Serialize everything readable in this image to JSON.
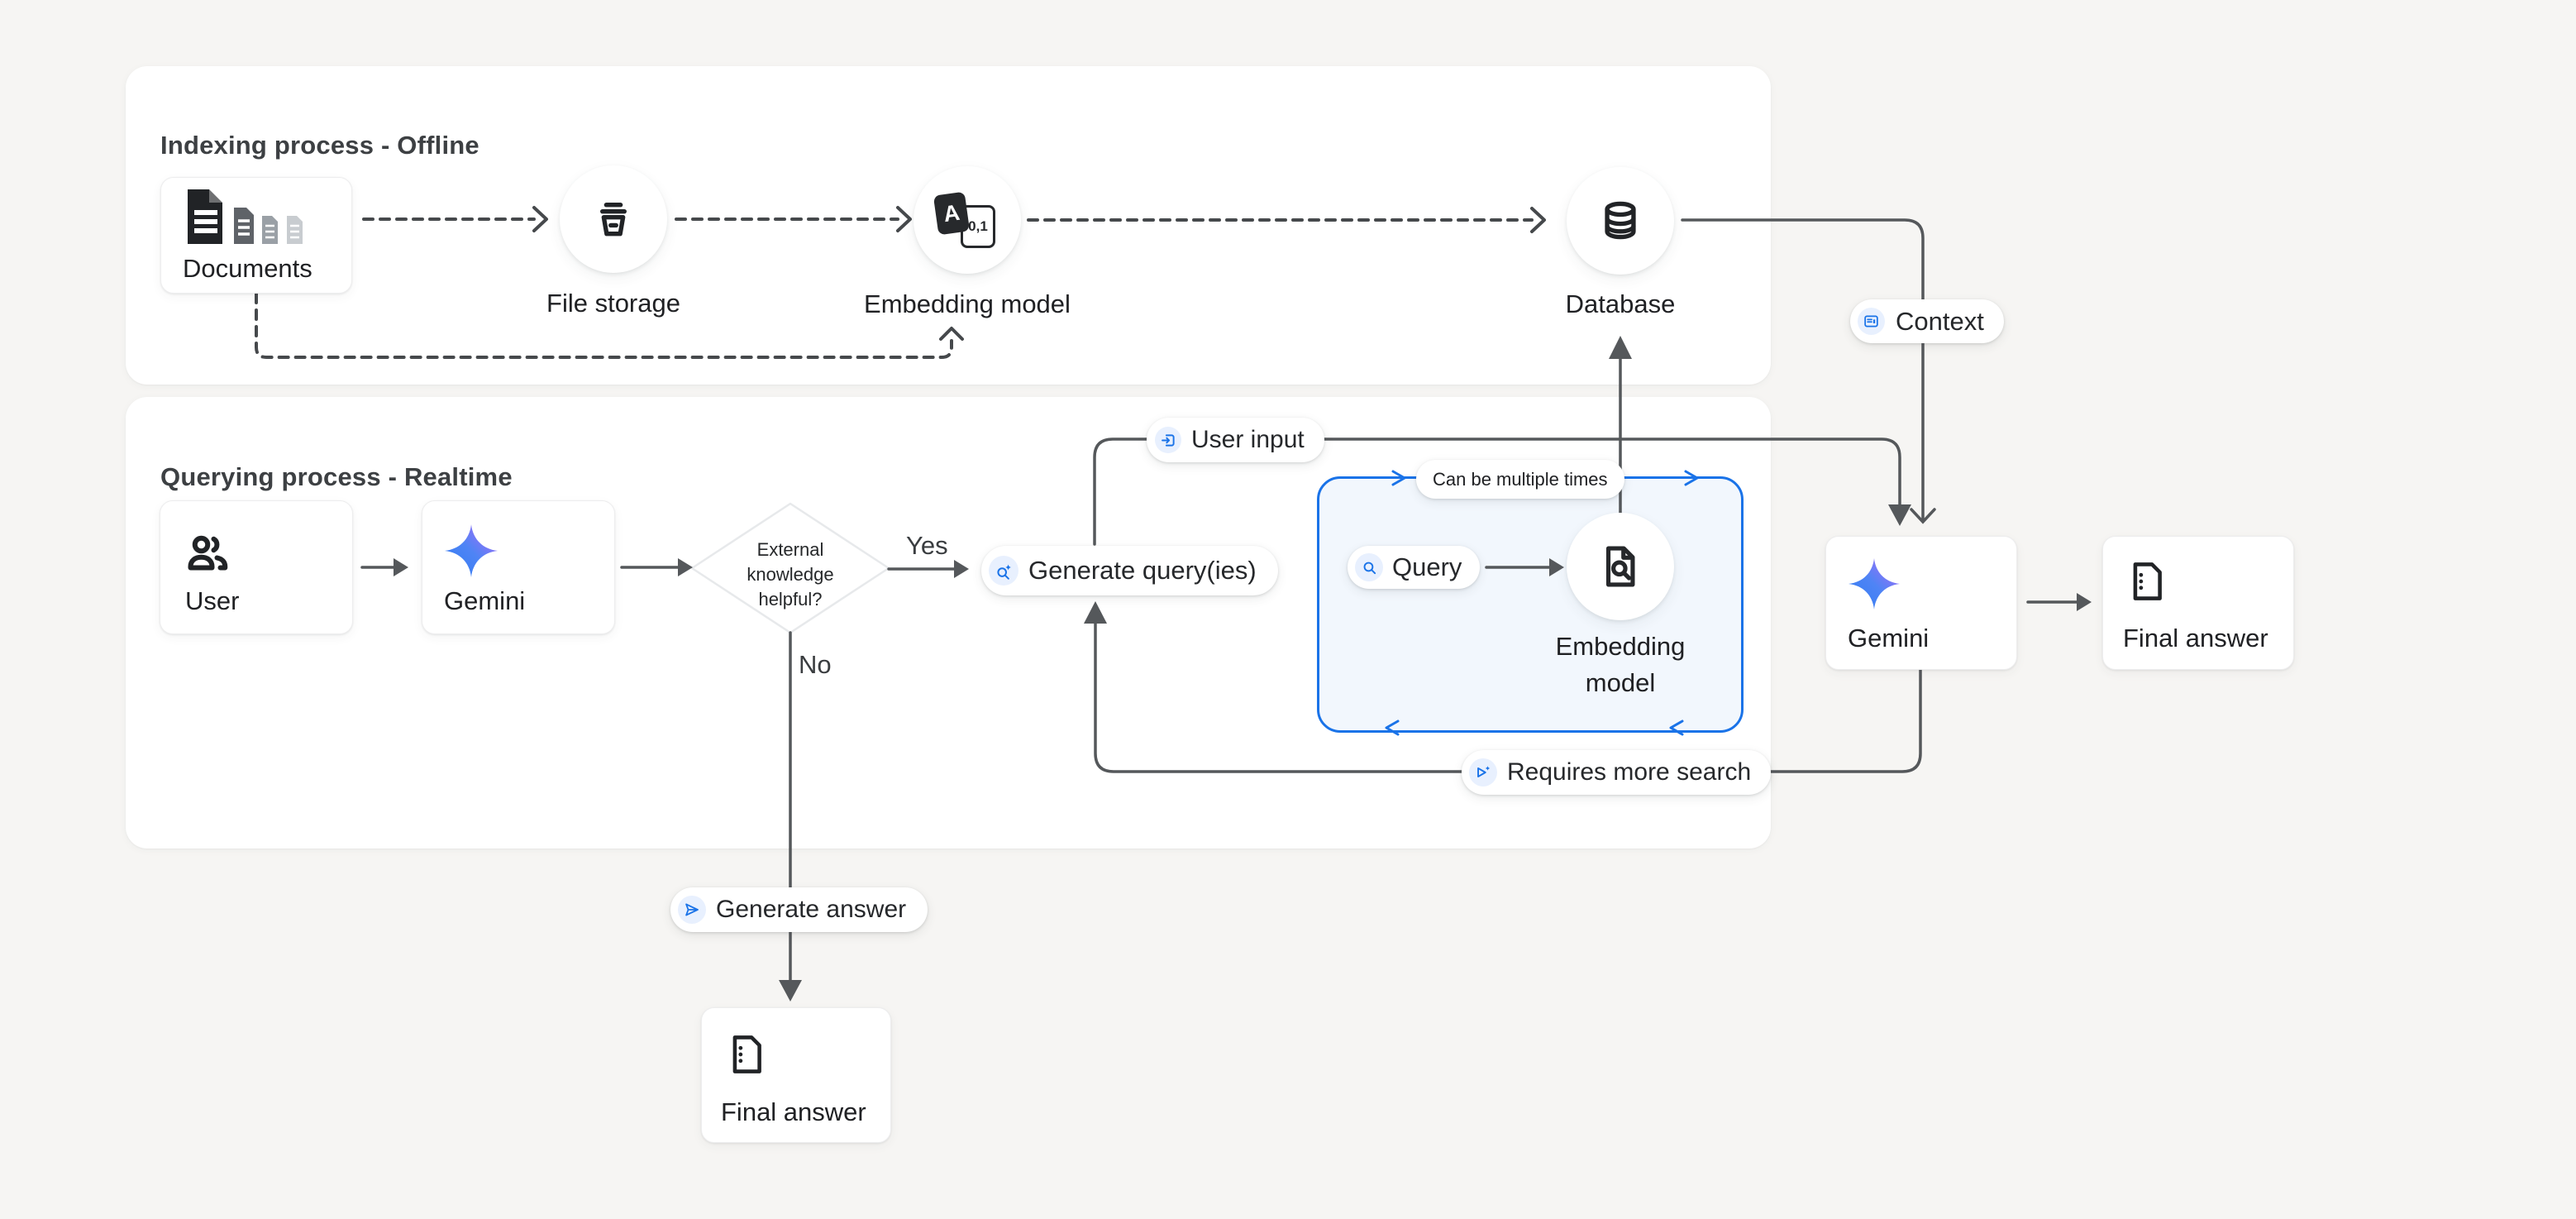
{
  "colors": {
    "accent_blue": "#1a73e8",
    "light_blue_chip": "#e8f0fe",
    "loop_box_fill": "#f2f7fd",
    "line_gray": "#55585b",
    "canvas_bg": "#f6f5f3"
  },
  "indexing_panel": {
    "title": "Indexing process - Offline",
    "documents_label": "Documents",
    "file_storage_label": "File storage",
    "embedding_model_label": "Embedding model",
    "database_label": "Database"
  },
  "querying_panel": {
    "title": "Querying process - Realtime",
    "user_label": "User",
    "gemini_label": "Gemini",
    "decision": {
      "line1": "External",
      "line2": "knowledge",
      "line3": "helpful?"
    },
    "yes_label": "Yes",
    "no_label": "No",
    "generate_queries_label": "Generate query(ies)",
    "query_label": "Query",
    "loop_label": "Can be multiple times",
    "embedding_line1": "Embedding",
    "embedding_line2": "model",
    "requires_more_search_label": "Requires more search"
  },
  "answer_flow": {
    "context_label": "Context",
    "user_input_label": "User input",
    "gemini_label": "Gemini",
    "final_answer_label": "Final answer",
    "generate_answer_label": "Generate answer",
    "final_answer_bottom_label": "Final answer"
  },
  "icons": [
    "documents-icon",
    "bucket-icon",
    "translate-icon",
    "database-icon",
    "people-icon",
    "gemini-star-icon",
    "input-icon",
    "context-icon",
    "search-sparkle-icon",
    "magnifier-icon",
    "page-search-icon",
    "send-icon",
    "run-sparkle-icon",
    "document-dots-icon"
  ]
}
